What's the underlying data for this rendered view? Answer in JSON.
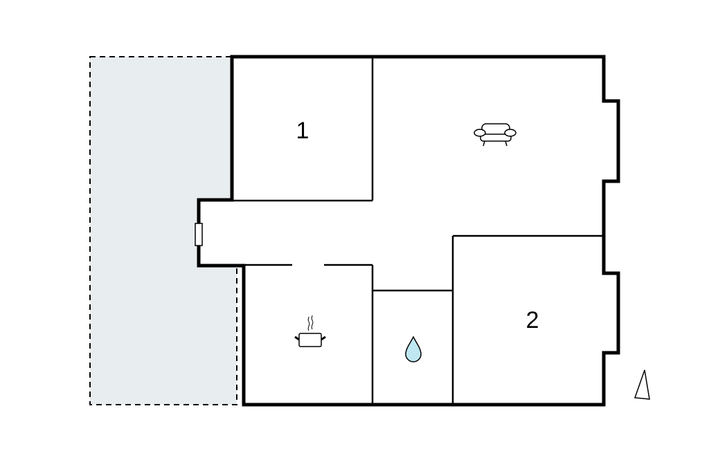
{
  "floorplan": {
    "rooms": [
      {
        "id": "bedroom-1",
        "label": "1"
      },
      {
        "id": "bedroom-2",
        "label": "2"
      },
      {
        "id": "living-room",
        "icon": "sofa-icon"
      },
      {
        "id": "kitchen",
        "icon": "cooking-pot-icon"
      },
      {
        "id": "bathroom",
        "icon": "water-drop-icon"
      }
    ],
    "terrace": {
      "fill": "#e8eef0"
    },
    "compass": {
      "icon": "north-arrow-icon"
    },
    "colors": {
      "wall": "#000000",
      "water": "#bfe8f2"
    }
  }
}
